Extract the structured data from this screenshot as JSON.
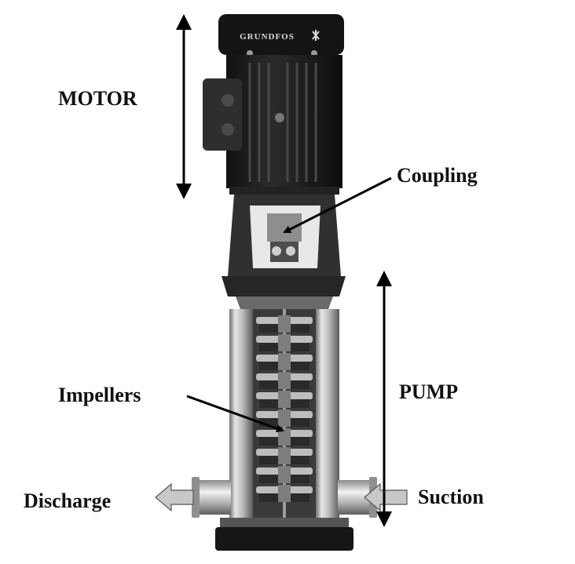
{
  "labels": {
    "motor": "MOTOR",
    "coupling": "Coupling",
    "pump": "PUMP",
    "impellers": "Impellers",
    "discharge": "Discharge",
    "suction": "Suction"
  },
  "brand": "GRUNDFOS",
  "colors": {
    "motor_body": "#1e1e1e",
    "motor_fins": "#3a3a3a",
    "steel_light": "#d9d9d9",
    "steel_mid": "#9a9a9a",
    "steel_dark": "#555555",
    "impeller_dark": "#2a2a2a",
    "impeller_light": "#bdbdbd",
    "flow_arrow": "#c8c8c8",
    "annotation": "#000000"
  }
}
